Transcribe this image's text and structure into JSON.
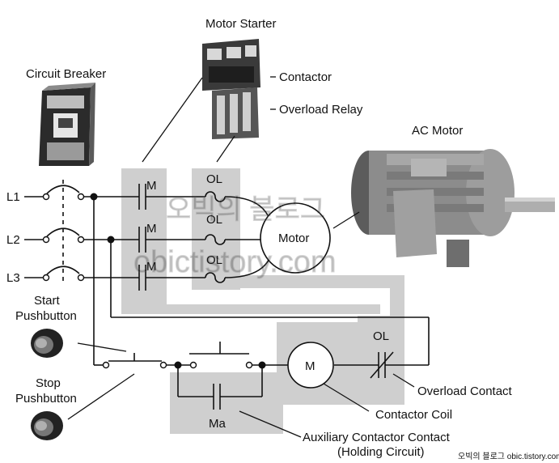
{
  "labels": {
    "motor_starter": "Motor Starter",
    "circuit_breaker": "Circuit Breaker",
    "contactor": "Contactor",
    "overload_relay": "Overload Relay",
    "ac_motor": "AC Motor",
    "l1": "L1",
    "l2": "L2",
    "l3": "L3",
    "m1": "M",
    "m2": "M",
    "m3": "M",
    "ol1": "OL",
    "ol2": "OL",
    "ol3": "OL",
    "motor": "Motor",
    "start_line1": "Start",
    "start_line2": "Pushbutton",
    "stop_line1": "Stop",
    "stop_line2": "Pushbutton",
    "ol_contact": "OL",
    "coil_m": "M",
    "ma": "Ma",
    "overload_contact": "Overload Contact",
    "contactor_coil": "Contactor Coil",
    "aux_line1": "Auxiliary Contactor Contact",
    "aux_line2": "(Holding Circuit)",
    "watermark_line1": "오빅의 블로그",
    "watermark_line2": "obictistory.com",
    "credit": "오빅의 블로그 obic.tistory.com"
  },
  "colors": {
    "highlight": "#cfcfcf",
    "wire": "#111111"
  }
}
